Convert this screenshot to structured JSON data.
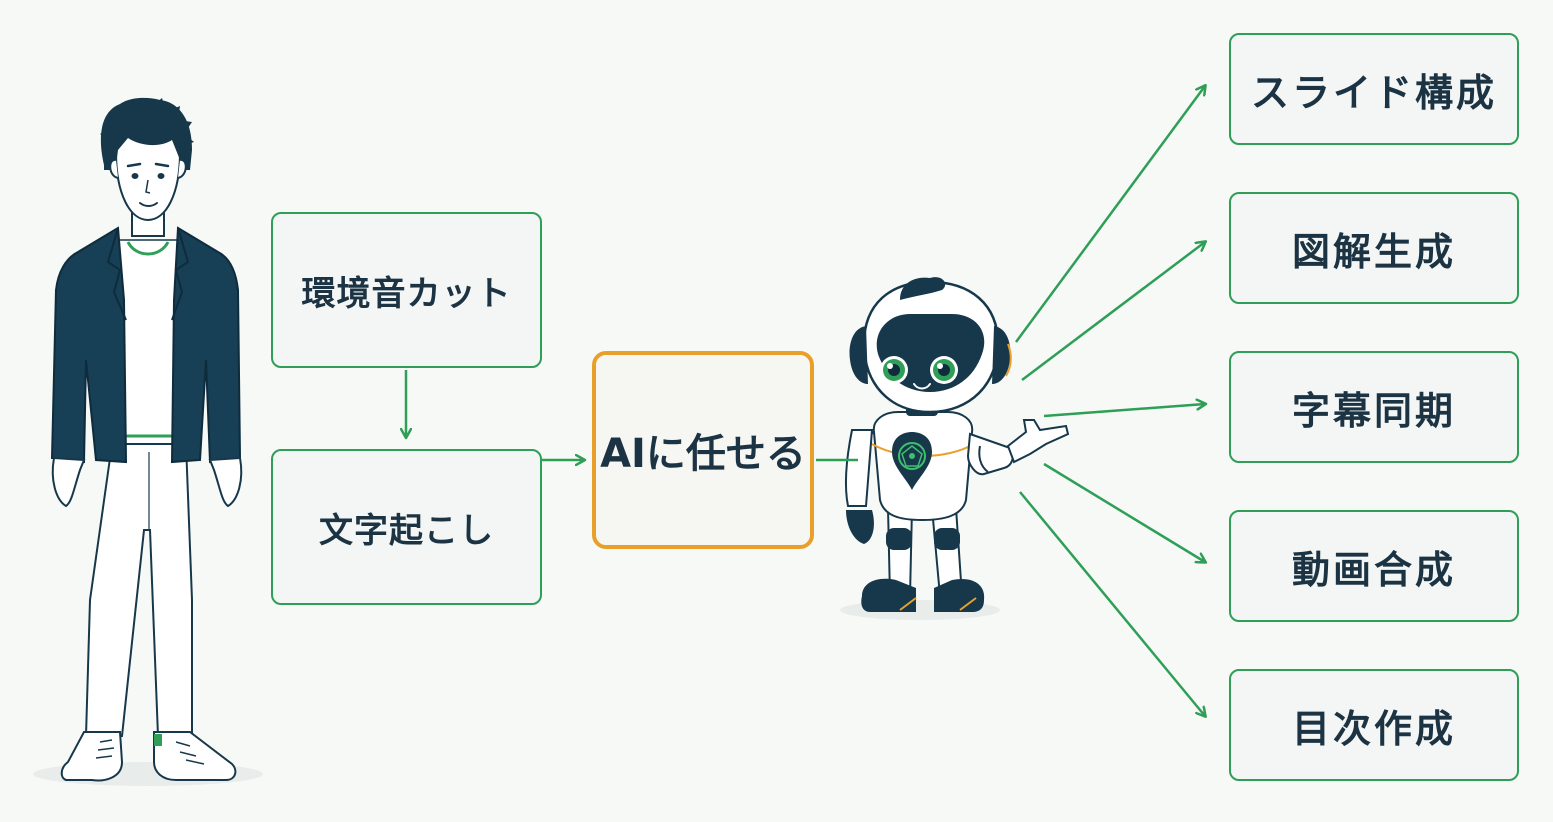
{
  "input_steps": [
    {
      "label": "環境音カット"
    },
    {
      "label": "文字起こし"
    }
  ],
  "ai_box": {
    "label": "AIに任せる"
  },
  "outputs": [
    {
      "label": "スライド構成"
    },
    {
      "label": "図解生成"
    },
    {
      "label": "字幕同期"
    },
    {
      "label": "動画合成"
    },
    {
      "label": "目次作成"
    }
  ],
  "colors": {
    "green": "#2f9e57",
    "orange": "#e9a02b",
    "navy": "#173f55",
    "text": "#1c3344",
    "background": "#f7f9f7"
  },
  "icons": [
    "person-illustration",
    "robot-illustration",
    "arrow-icon"
  ]
}
